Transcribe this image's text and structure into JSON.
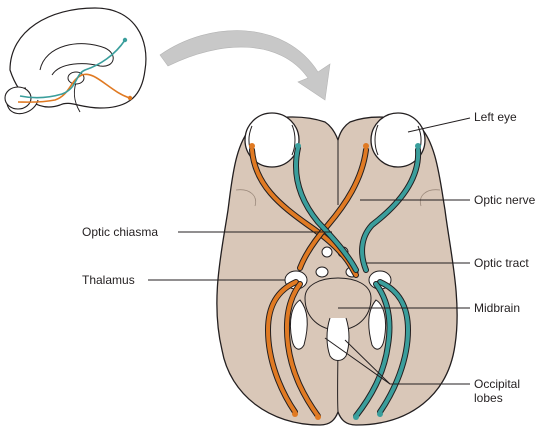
{
  "labels": {
    "left_eye": "Left eye",
    "optic_nerve": "Optic nerve",
    "optic_chiasma": "Optic chiasma",
    "optic_tract": "Optic tract",
    "thalamus": "Thalamus",
    "midbrain": "Midbrain",
    "occipital_line1": "Occipital",
    "occipital_line2": "lobes"
  },
  "colors": {
    "brain_fill": "#d9c7b8",
    "outline": "#231f20",
    "right_visual_field_pathway": "#e07a23",
    "left_visual_field_pathway": "#3a9e9c",
    "arrow": "#c8c8c8"
  }
}
